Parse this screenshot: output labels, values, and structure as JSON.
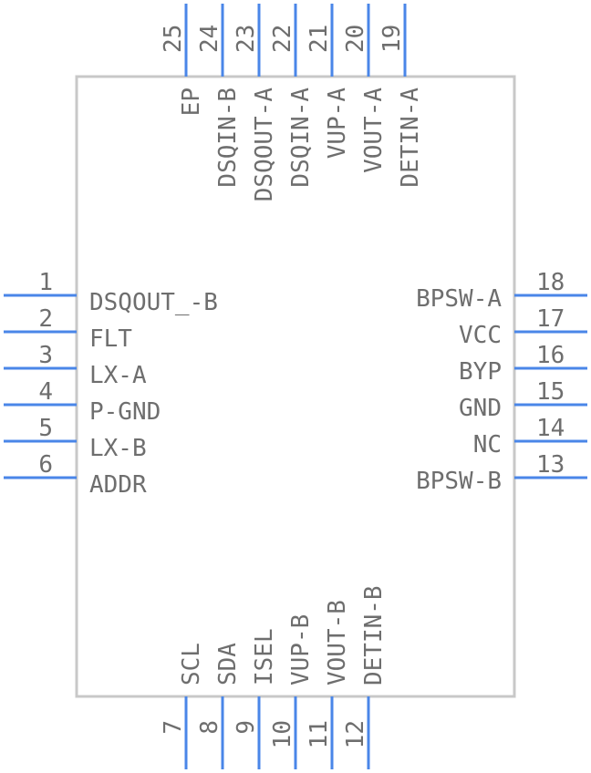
{
  "colors": {
    "pin": "#4a86e8",
    "body": "#c8c8c8",
    "text": "#6e6e6e"
  },
  "pins_left": [
    {
      "num": "1",
      "name": "DSQOUT_-B"
    },
    {
      "num": "2",
      "name": "FLT"
    },
    {
      "num": "3",
      "name": "LX-A"
    },
    {
      "num": "4",
      "name": "P-GND"
    },
    {
      "num": "5",
      "name": "LX-B"
    },
    {
      "num": "6",
      "name": "ADDR"
    }
  ],
  "pins_right": [
    {
      "num": "18",
      "name": "BPSW-A"
    },
    {
      "num": "17",
      "name": "VCC"
    },
    {
      "num": "16",
      "name": "BYP"
    },
    {
      "num": "15",
      "name": "GND"
    },
    {
      "num": "14",
      "name": "NC"
    },
    {
      "num": "13",
      "name": "BPSW-B"
    }
  ],
  "pins_top": [
    {
      "num": "25",
      "name": "EP"
    },
    {
      "num": "24",
      "name": "DSQIN-B"
    },
    {
      "num": "23",
      "name": "DSQOUT-A"
    },
    {
      "num": "22",
      "name": "DSQIN-A"
    },
    {
      "num": "21",
      "name": "VUP-A"
    },
    {
      "num": "20",
      "name": "VOUT-A"
    },
    {
      "num": "19",
      "name": "DETIN-A"
    }
  ],
  "pins_bottom": [
    {
      "num": "7",
      "name": "SCL"
    },
    {
      "num": "8",
      "name": "SDA"
    },
    {
      "num": "9",
      "name": "ISEL"
    },
    {
      "num": "10",
      "name": "VUP-B"
    },
    {
      "num": "11",
      "name": "VOUT-B"
    },
    {
      "num": "12",
      "name": "DETIN-B"
    }
  ]
}
